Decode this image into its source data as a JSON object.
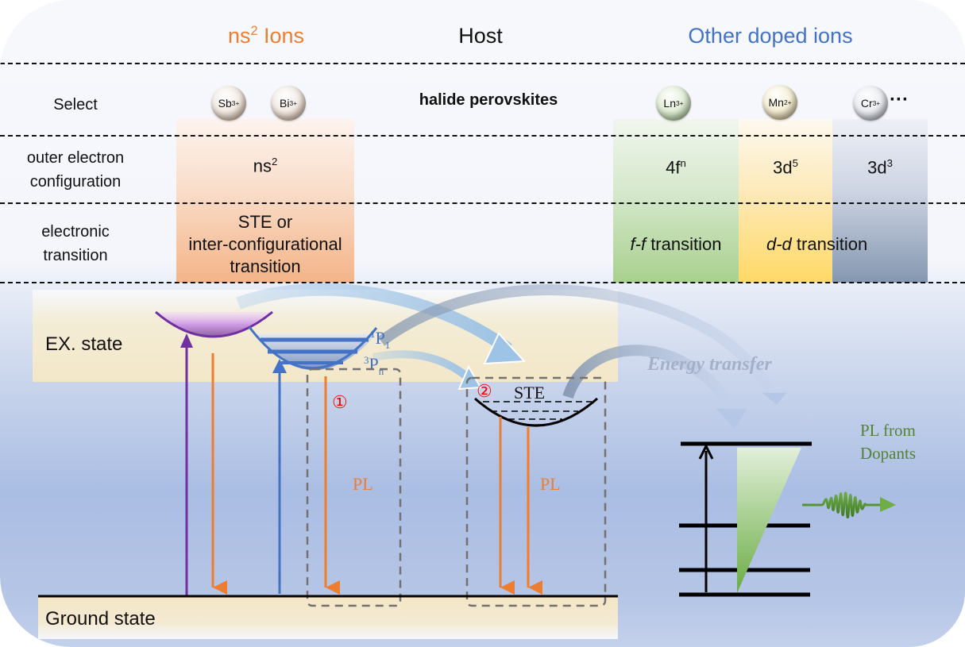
{
  "headers": {
    "ns2_ions": {
      "base": "ns",
      "sup": "2",
      "rest": " Ions",
      "color": "#ed7d31"
    },
    "host": "Host",
    "other_ions": {
      "text": "Other doped ions",
      "color": "#4472c4"
    }
  },
  "rows": {
    "select": "Select",
    "config": [
      "outer electron",
      "configuration"
    ],
    "transition": [
      "electronic",
      "transition"
    ]
  },
  "select_row": {
    "ns2_ions": [
      {
        "base": "Sb",
        "sup": "3+"
      },
      {
        "base": "Bi",
        "sup": "3+"
      }
    ],
    "host": "halide perovskites",
    "other_ions": [
      {
        "base": "Ln",
        "sup": "3+"
      },
      {
        "base": "Mn",
        "sup": "2+"
      },
      {
        "base": "Cr",
        "sup": "3+"
      }
    ],
    "ellipsis": "···"
  },
  "config_row": {
    "ns2": {
      "base": "ns",
      "sup": "2"
    },
    "ln": {
      "base": "4f",
      "sup": "n"
    },
    "mn": {
      "base": "3d",
      "sup": "5"
    },
    "cr": {
      "base": "3d",
      "sup": "3"
    }
  },
  "transition_row": {
    "ns2": [
      "STE or",
      "inter-configurational",
      "transition"
    ],
    "ff": {
      "italic": "f-f",
      "rest": " transition"
    },
    "dd": {
      "italic": "d-d",
      "rest": " transition"
    }
  },
  "diagram": {
    "ex_state": "EX. state",
    "ground_state": "Ground state",
    "level_1p1": {
      "sup": "1",
      "base": "P",
      "sub": "1"
    },
    "level_3pn": {
      "sup": "3",
      "base": "P",
      "sub": "n"
    },
    "marker_1": "①",
    "marker_2": "②",
    "ste": "STE",
    "pl_1": "PL",
    "pl_2": "PL",
    "energy_transfer": "Energy transfer",
    "pl_dopants": [
      "PL from",
      "Dopants"
    ]
  },
  "colors": {
    "orange": "#ed7d31",
    "blue": "#4472c4",
    "purple": "#7030a0",
    "green": "#548235",
    "red": "#ff0000"
  }
}
